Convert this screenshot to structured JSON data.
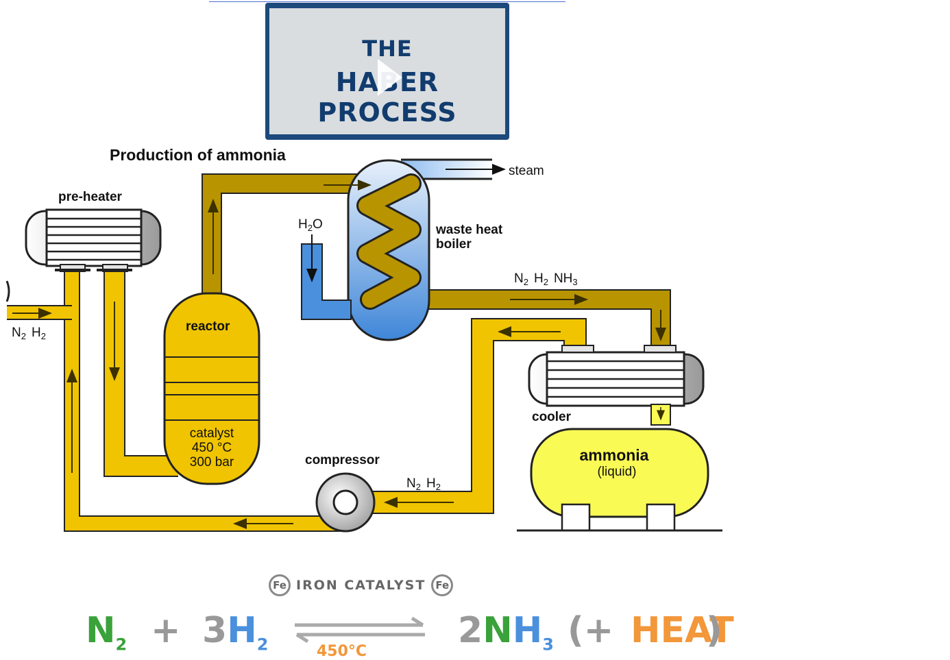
{
  "video": {
    "title_line1": "THE",
    "title_line2": "HABER PROCESS"
  },
  "diagram": {
    "title": "Production of ammonia",
    "labels": {
      "pre_heater": "pre-heater",
      "reactor": "reactor",
      "catalyst_line1": "catalyst",
      "catalyst_line2": "450 °C",
      "catalyst_line3": "300 bar",
      "steam": "steam",
      "water": "H",
      "water_sub": "2",
      "water_end": "O",
      "boiler_line1": "waste heat",
      "boiler_line2": "boiler",
      "cooler": "cooler",
      "ammonia": "ammonia",
      "ammonia_state": "(liquid)",
      "compressor": "compressor"
    },
    "streams": {
      "inlet": {
        "a": "N",
        "a_sub": "2",
        "b": "H",
        "b_sub": "2"
      },
      "recycle": {
        "a": "N",
        "a_sub": "2",
        "b": "H",
        "b_sub": "2"
      },
      "boiler_out": {
        "a": "N",
        "a_sub": "2",
        "b": "H",
        "b_sub": "2",
        "c": "NH",
        "c_sub": "3"
      }
    }
  },
  "equation": {
    "catalyst_label": "IRON CATALYST",
    "fe_symbol": "Fe",
    "reactant1": "N",
    "reactant1_sub": "2",
    "plus": "+",
    "reactant2": "3H",
    "reactant2_sub": "2",
    "product": "2NH",
    "product_sub": "3",
    "heat_open": "(+",
    "heat": "HEAT",
    "heat_close": ")",
    "temperature": "450°C"
  },
  "colors": {
    "pipe_dark": "#b89400",
    "pipe_light": "#f0c400",
    "ammonia_tank": "#fafa55",
    "boiler_top": "#dbe9f8",
    "boiler_bottom": "#4a90dd",
    "water": "#4a90dd",
    "green": "#3aa23a",
    "orange": "#f2973a"
  }
}
